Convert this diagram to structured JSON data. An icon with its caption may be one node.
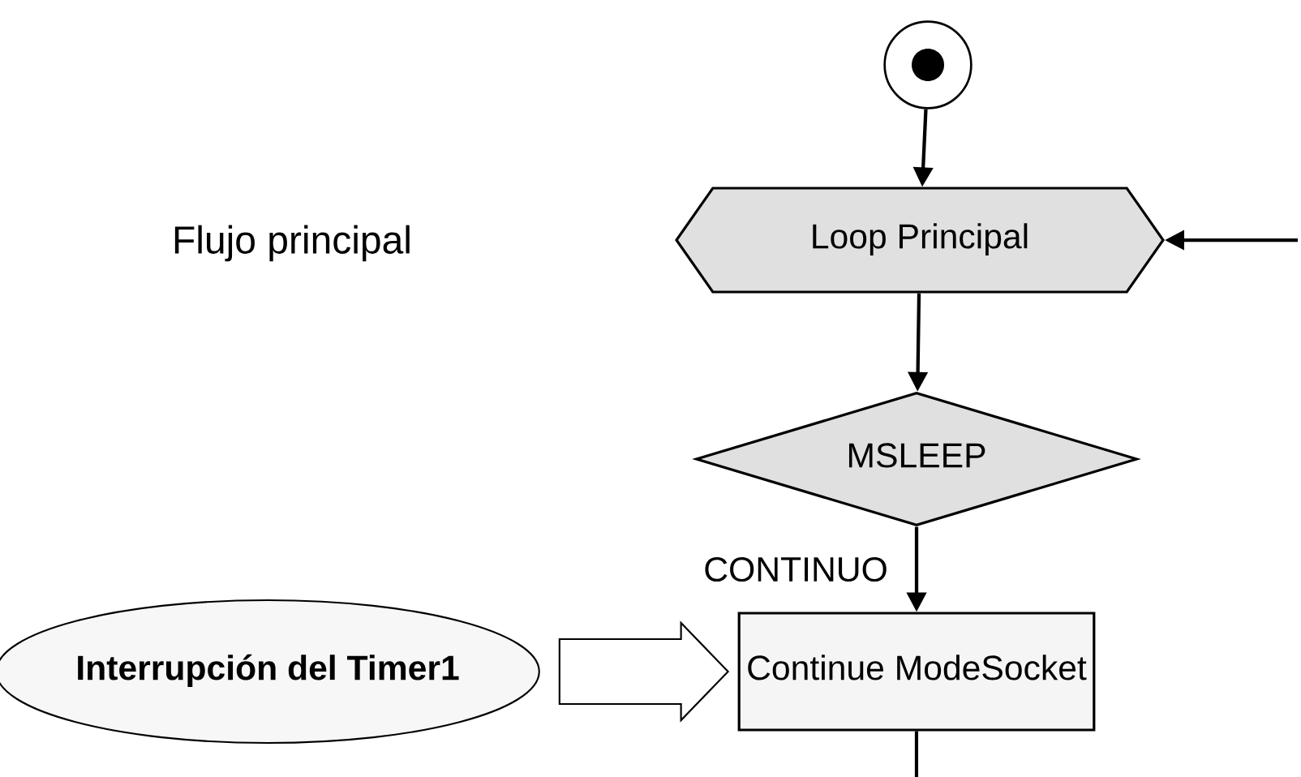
{
  "diagram": {
    "nodes": [
      {
        "text": [],
        "shape": "circle"
      },
      {
        "text": [
          "Loop Principal"
        ]
      },
      {
        "text": [
          "MSLEEP"
        ]
      },
      {
        "text": [
          "Continue ModeSocket"
        ]
      },
      {
        "text": [
          "Interrupción del Timer1"
        ]
      }
    ],
    "edges": [
      {
        "from": 0,
        "to": 1,
        "arrow": "to"
      },
      {
        "from": null,
        "to": 1,
        "arrow": "to"
      },
      {
        "from": 1,
        "to": 2,
        "arrow": "to"
      },
      {
        "from": 2,
        "to": 3,
        "arrow": "to",
        "label": "CONTINUO"
      },
      {
        "from": 4,
        "to": 3,
        "arrow": "to",
        "style": "thick"
      },
      {
        "from": 3,
        "to": null,
        "arrow": "none"
      }
    ],
    "labels": [
      "Flujo principal"
    ]
  }
}
